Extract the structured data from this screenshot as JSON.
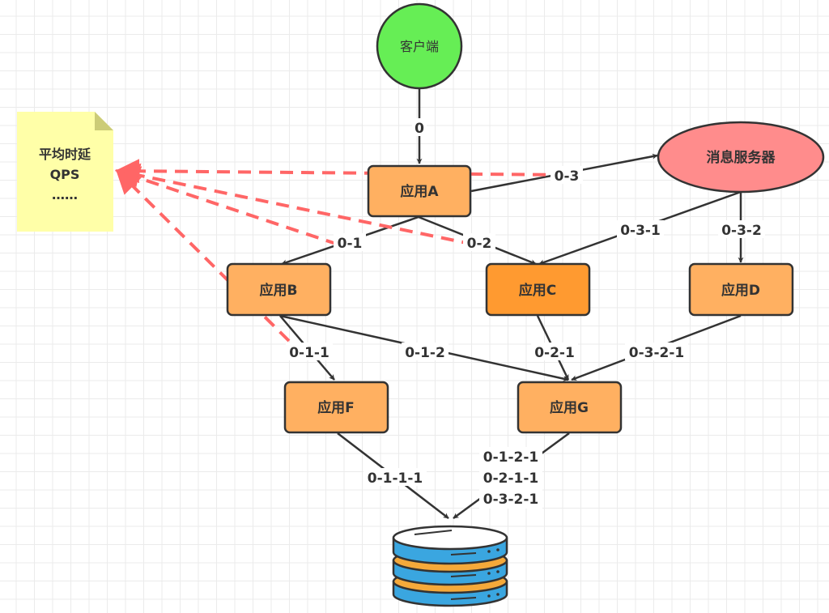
{
  "diagram": {
    "nodes": {
      "client": {
        "label": "客户端",
        "shape": "circle",
        "fill": "#66ee55"
      },
      "mq": {
        "label": "消息服务器",
        "shape": "ellipse",
        "fill": "#ff8c8c"
      },
      "appA": {
        "label": "应用A",
        "fill": "#ffb061"
      },
      "appB": {
        "label": "应用B",
        "fill": "#ffb061"
      },
      "appC": {
        "label": "应用C",
        "fill": "#ff9a30"
      },
      "appD": {
        "label": "应用D",
        "fill": "#ffb061"
      },
      "appF": {
        "label": "应用F",
        "fill": "#ffb061"
      },
      "appG": {
        "label": "应用G",
        "fill": "#ffb061"
      },
      "db": {
        "label": "",
        "shape": "database-icon"
      }
    },
    "note": {
      "lines": [
        "平均时延",
        "QPS",
        "……"
      ],
      "fill": "#ffffa8"
    },
    "edges": [
      {
        "from": "client",
        "to": "appA",
        "label": "0"
      },
      {
        "from": "appA",
        "to": "mq",
        "label": "0-3"
      },
      {
        "from": "appA",
        "to": "appB",
        "label": "0-1"
      },
      {
        "from": "appA",
        "to": "appC",
        "label": "0-2"
      },
      {
        "from": "mq",
        "to": "appC",
        "label": "0-3-1"
      },
      {
        "from": "mq",
        "to": "appD",
        "label": "0-3-2"
      },
      {
        "from": "appB",
        "to": "appF",
        "label": "0-1-1"
      },
      {
        "from": "appB",
        "to": "appG",
        "label": "0-1-2"
      },
      {
        "from": "appC",
        "to": "appG",
        "label": "0-2-1"
      },
      {
        "from": "appD",
        "to": "appG",
        "label": "0-3-2-1"
      },
      {
        "from": "appF",
        "to": "db",
        "label": "0-1-1-1"
      },
      {
        "from": "appG",
        "to": "db",
        "labels": [
          "0-1-2-1",
          "0-2-1-1",
          "0-3-2-1"
        ]
      }
    ],
    "report_edges": [
      {
        "from": "appA",
        "to": "note"
      },
      {
        "from": "appB",
        "to": "note"
      },
      {
        "from": "appC",
        "to": "note"
      },
      {
        "from": "appF",
        "to": "note"
      }
    ],
    "colors": {
      "stroke": "#333333",
      "dashed": "#ff6666"
    }
  }
}
